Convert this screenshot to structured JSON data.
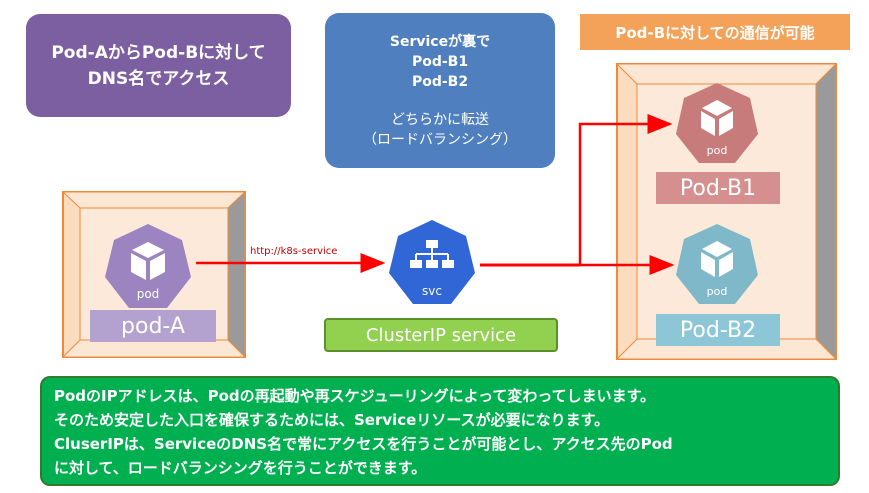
{
  "callouts": {
    "left_line1": "Pod-AからPod-Bに対して",
    "left_line2": "DNS名でアクセス",
    "mid_line1": "Serviceが裏で",
    "mid_line2": "Pod-B1",
    "mid_line3": "Pod-B2",
    "mid_line4": "どちらかに転送",
    "mid_line5": "（ロードバランシング）",
    "right": "Pod-Bに対しての通信が可能"
  },
  "pods": {
    "pod_a_icon_text": "pod",
    "pod_a_label": "pod-A",
    "pod_b1_icon_text": "pod",
    "pod_b1_label": "Pod-B1",
    "pod_b2_icon_text": "pod",
    "pod_b2_label": "Pod-B2"
  },
  "service": {
    "icon_text": "svc",
    "label": "ClusterIP service",
    "url": "http://k8s-service"
  },
  "note": {
    "line1": "PodのIPアドレスは、Podの再起動や再スケジューリングによって変わってしまいます。",
    "line2": "そのため安定した入口を確保するためには、Serviceリソースが必要になります。",
    "line3": "CluserIPは、ServiceのDNS名で常にアクセスを行うことが可能とし、アクセス先のPod",
    "line4": "に対して、ロードバランシングを行うことができます。"
  },
  "colors": {
    "pod_a": "#9b84c0",
    "pod_b1": "#c77b7b",
    "pod_b2": "#7fb8c8",
    "svc": "#3066d6",
    "box_fill": "#fbdcbf",
    "box_border": "#f08a3a",
    "arrow": "#ff0000"
  }
}
